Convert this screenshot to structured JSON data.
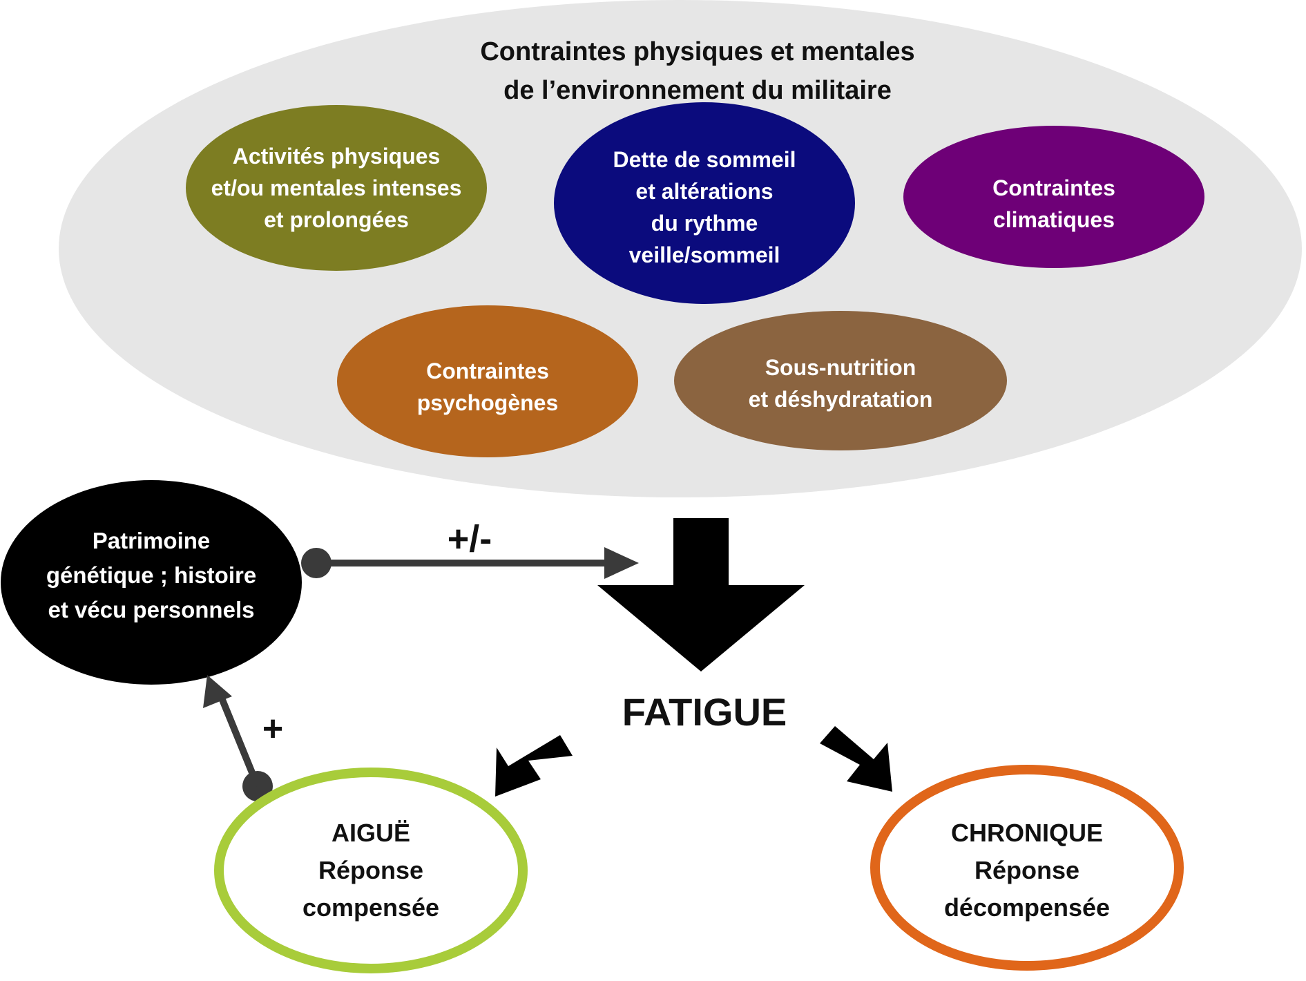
{
  "environment": {
    "title_line1": "Contraintes physiques et mentales",
    "title_line2": "de l’environnement du militaire"
  },
  "factors": [
    {
      "id": "activity",
      "label": "Activités physiques\net/ou mentales intenses\net prolongées",
      "color": "#7d7d22"
    },
    {
      "id": "sleep",
      "label": "Dette de sommeil\net altérations\ndu rythme\nveille/sommeil",
      "color": "#0b0b7d"
    },
    {
      "id": "climate",
      "label": "Contraintes\nclimatiques",
      "color": "#6e0077"
    },
    {
      "id": "psycho",
      "label": "Contraintes\npsychogènes",
      "color": "#b5651d"
    },
    {
      "id": "nutrition",
      "label": "Sous-nutrition\net déshydratation",
      "color": "#8b6440"
    }
  ],
  "heritage": {
    "label": "Patrimoine\ngénétique ; histoire\net vécu personnels",
    "color": "#000000"
  },
  "modulation_sign": "+/-",
  "feedback_sign": "+",
  "fatigue": {
    "label": "FATIGUE"
  },
  "acute": {
    "title": "AIGUË",
    "subtitle": "Réponse\ncompensée",
    "color": "#a8cc3a"
  },
  "chronic": {
    "title": "CHRONIQUE",
    "subtitle": "Réponse\ndécompensée",
    "color": "#e0661a"
  },
  "colors": {
    "environment_bg": "#e6e6e6",
    "connector": "#3a3a3a",
    "big_arrow": "#000000"
  }
}
